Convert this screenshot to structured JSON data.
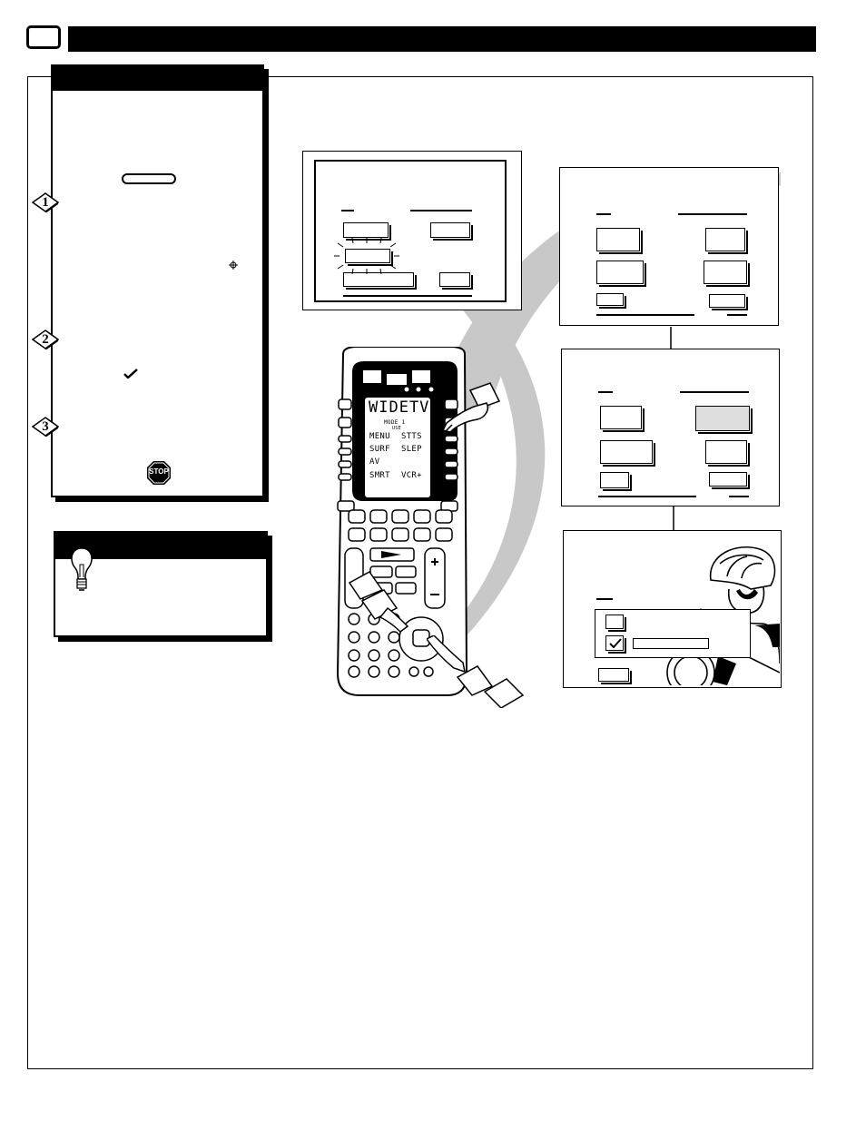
{
  "remote": {
    "lcd_title": "WIDETV",
    "lcd_mode": "MODE 1",
    "lcd_use": "USE",
    "lcd_menu": "MENU",
    "lcd_stts": "STTS",
    "lcd_surf": "SURF",
    "lcd_slep": "SLEP",
    "lcd_av": "AV",
    "lcd_smrt": "SMRT",
    "lcd_vcr": "VCR+"
  },
  "steps": [
    "1",
    "2",
    "3"
  ],
  "stop_label": "STOP",
  "colors": {
    "ink": "#000000",
    "swoosh": "#c8c8c8",
    "paper": "#ffffff"
  }
}
